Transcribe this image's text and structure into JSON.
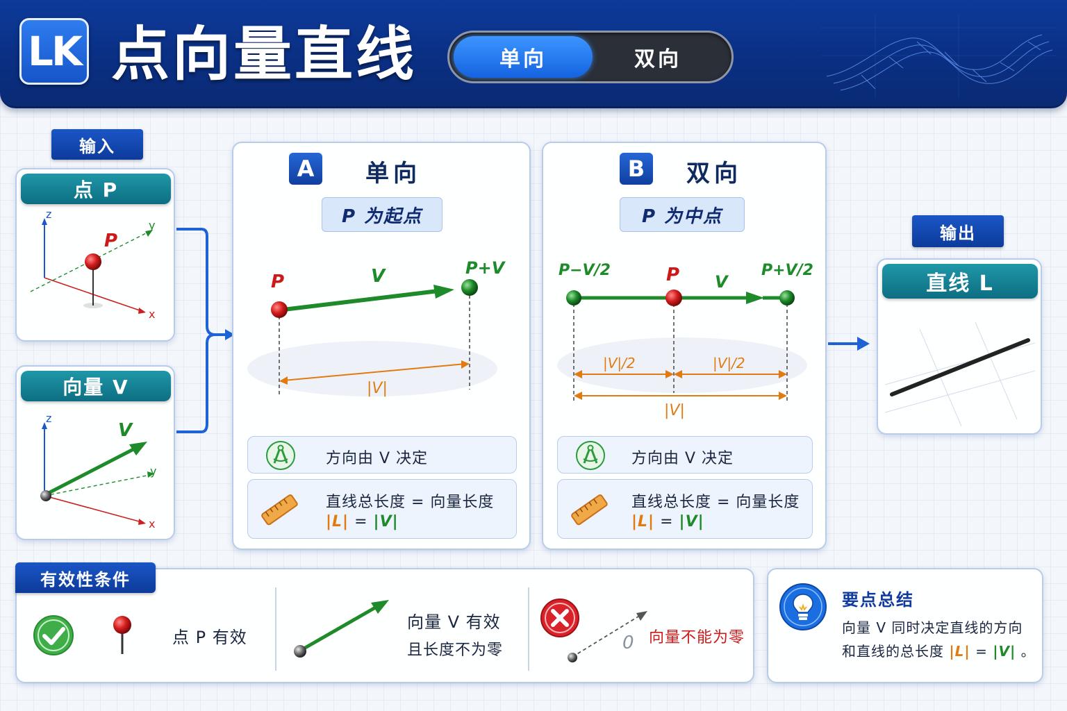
{
  "header": {
    "logo": "LK",
    "title": "点向量直线",
    "modes": [
      "单向",
      "双向"
    ],
    "active_mode": "单向"
  },
  "input": {
    "tag": "输入",
    "point_title": "点 P",
    "point_label": "P",
    "vector_title": "向量 V",
    "vector_label": "V",
    "axes": {
      "x": "x",
      "y": "y",
      "z": "z"
    }
  },
  "panel_a": {
    "badge": "A",
    "title": "单向",
    "subtitle": "P 为起点",
    "label_p": "P",
    "label_v": "V",
    "label_end": "P+V",
    "label_len": "|V|",
    "row1_text": "方向由 V 决定",
    "row2_line1": "直线总长度 = 向量长度",
    "row2_line2_l": "|L|",
    "row2_line2_eq": "=",
    "row2_line2_v": "|V|"
  },
  "panel_b": {
    "badge": "B",
    "title": "双向",
    "subtitle": "P 为中点",
    "label_start": "P−V/2",
    "label_p": "P",
    "label_v": "V",
    "label_end": "P+V/2",
    "label_half_left": "|V|/2",
    "label_half_right": "|V|/2",
    "label_len": "|V|",
    "row1_text": "方向由 V 决定",
    "row2_line1": "直线总长度 = 向量长度",
    "row2_line2_l": "|L|",
    "row2_line2_eq": "=",
    "row2_line2_v": "|V|"
  },
  "output": {
    "tag": "输出",
    "title": "直线 L"
  },
  "validity": {
    "tag": "有效性条件",
    "point_valid": "点 P 有效",
    "vector_valid_1": "向量 V 有效",
    "vector_valid_2": "且长度不为零",
    "zero_label": "0",
    "zero_invalid": "向量不能为零"
  },
  "summary": {
    "title": "要点总结",
    "line1": "向量 V 同时决定直线的方向",
    "line2_prefix": "和直线的总长度",
    "line2_l": "|L|",
    "line2_eq": "=",
    "line2_v": "|V|",
    "line2_end": "。"
  },
  "colors": {
    "brand": "#0d3b9a",
    "teal": "#1f97a8",
    "vector_green": "#1e8a2a",
    "point_red": "#d41c1c",
    "measure_orange": "#e07b12"
  }
}
